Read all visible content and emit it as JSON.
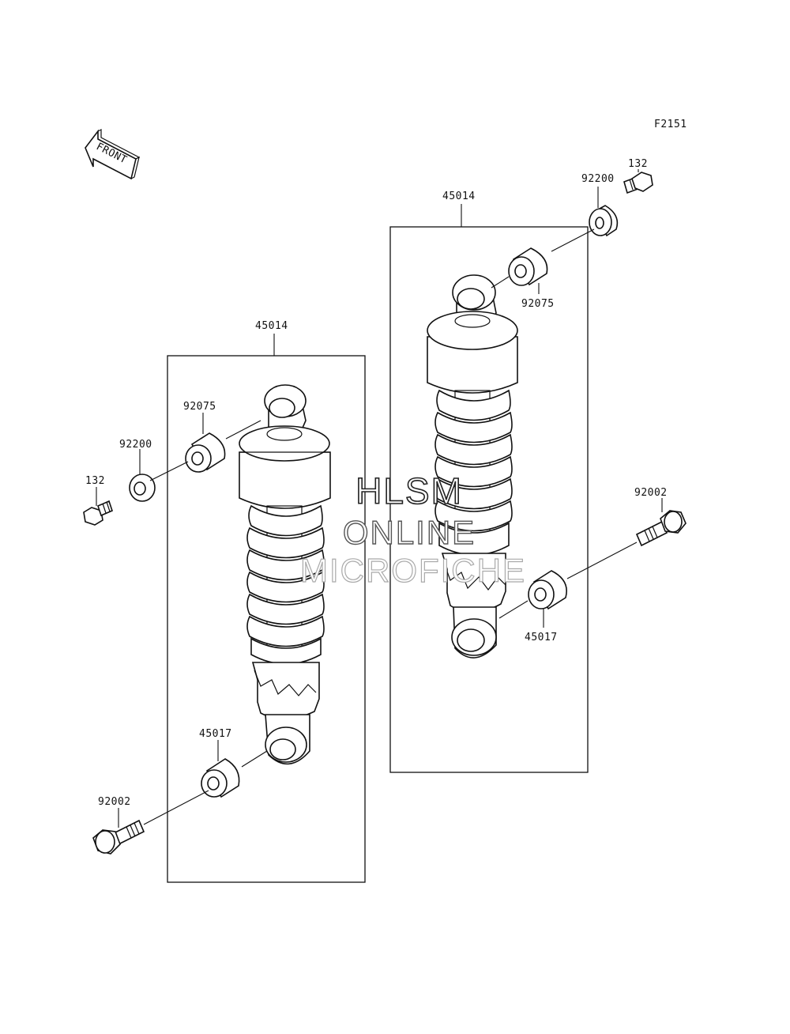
{
  "figure_code": "F2151",
  "front_arrow_text": "FRONT",
  "labels": {
    "left_assembly": "45014",
    "left_bushing_top": "92075",
    "left_washer": "92200",
    "left_bolt_small": "132",
    "left_bushing_bottom": "45017",
    "left_bolt_bottom": "92002",
    "right_assembly": "45014",
    "right_washer": "92200",
    "right_bolt_small": "132",
    "right_bushing_top": "92075",
    "right_bolt_bottom": "92002",
    "right_bushing_bottom": "45017"
  },
  "watermark": {
    "line1": "HLSM",
    "line2": "ONLINE",
    "line3": "MICROFICHE"
  }
}
